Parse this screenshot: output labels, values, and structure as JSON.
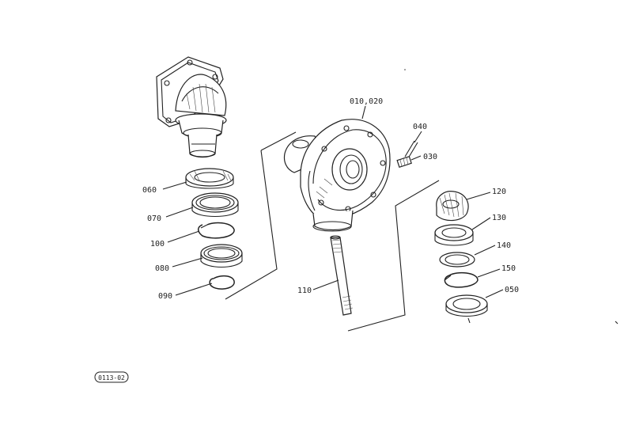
{
  "diagram": {
    "labels": {
      "p010_020": "010,020",
      "p040": "040",
      "p030": "030",
      "p060": "060",
      "p070": "070",
      "p100": "100",
      "p080": "080",
      "p090": "090",
      "p110": "110",
      "p120": "120",
      "p130": "130",
      "p140": "140",
      "p150": "150",
      "p050": "050"
    },
    "figure_code": "0113-02"
  }
}
